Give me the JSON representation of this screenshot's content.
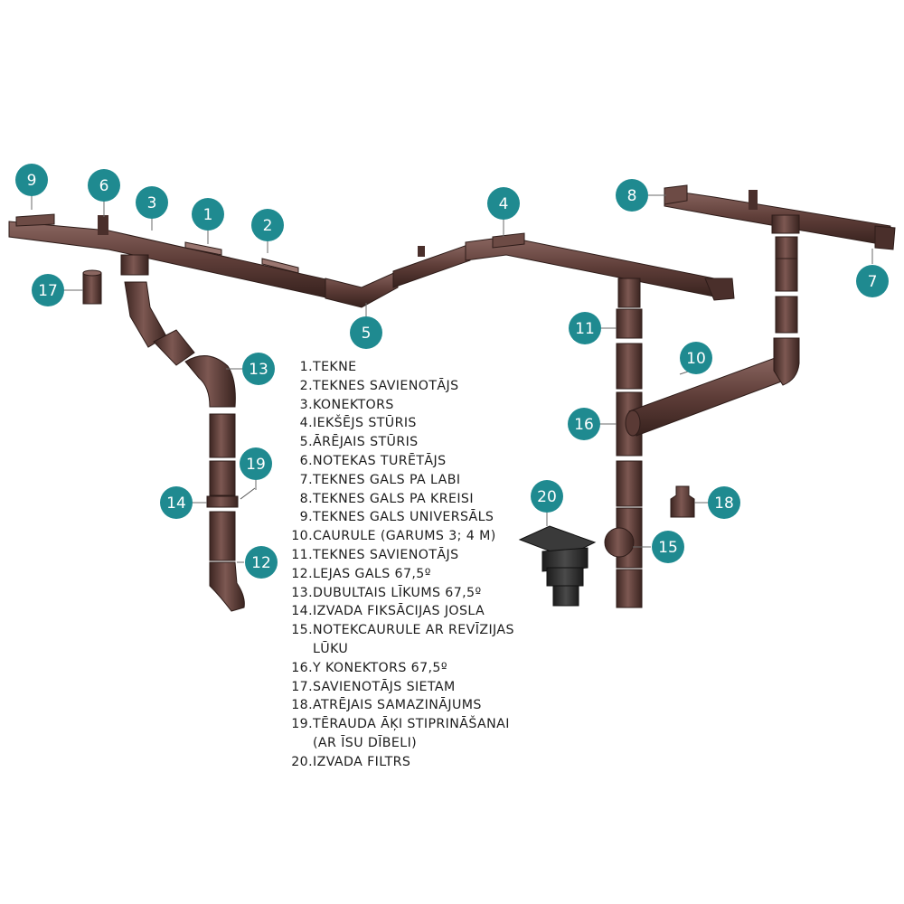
{
  "colors": {
    "pipe": "#5a3a35",
    "pipe_light": "#8a6660",
    "pipe_dark": "#3a2420",
    "badge": "#1f8a90",
    "filter": "#2b2b2b"
  },
  "callouts": [
    "1",
    "2",
    "3",
    "4",
    "5",
    "6",
    "7",
    "8",
    "9",
    "10",
    "11",
    "12",
    "13",
    "14",
    "15",
    "16",
    "17",
    "18",
    "19",
    "20"
  ],
  "legend": [
    {
      "num": "1.",
      "text": "TEKNE"
    },
    {
      "num": "2.",
      "text": "TEKNES SAVIENOTĀJS"
    },
    {
      "num": "3.",
      "text": "KONEKTORS"
    },
    {
      "num": "4.",
      "text": "IEKŠĒJS STŪRIS"
    },
    {
      "num": "5.",
      "text": "ĀRĒJAIS STŪRIS"
    },
    {
      "num": "6.",
      "text": "NOTEKAS TURĒTĀJS"
    },
    {
      "num": "7.",
      "text": "TEKNES GALS PA LABI"
    },
    {
      "num": "8.",
      "text": "TEKNES GALS PA KREISI"
    },
    {
      "num": "9.",
      "text": "TEKNES GALS UNIVERSĀLS"
    },
    {
      "num": "10.",
      "text": "CAURULE (GARUMS 3; 4 M)"
    },
    {
      "num": "11.",
      "text": "TEKNES SAVIENOTĀJS"
    },
    {
      "num": "12.",
      "text": "LEJAS GALS 67,5º"
    },
    {
      "num": "13.",
      "text": "DUBULTAIS LĪKUMS 67,5º"
    },
    {
      "num": "14.",
      "text": "IZVADA FIKSĀCIJAS JOSLA"
    },
    {
      "num": "15.",
      "text": "NOTEKCAURULE AR REVĪZIJAS\nLŪKU"
    },
    {
      "num": "16.",
      "text": "Y KONEKTORS 67,5º"
    },
    {
      "num": "17.",
      "text": "SAVIENOTĀJS SIETAM"
    },
    {
      "num": "18.",
      "text": "ATRĒJAIS SAMAZINĀJUMS"
    },
    {
      "num": "19.",
      "text": "TĒRAUDA ĀĶI STIPRINĀŠANAI\n(AR ĪSU DĪBELI)"
    },
    {
      "num": "20.",
      "text": "IZVADA FILTRS"
    }
  ]
}
